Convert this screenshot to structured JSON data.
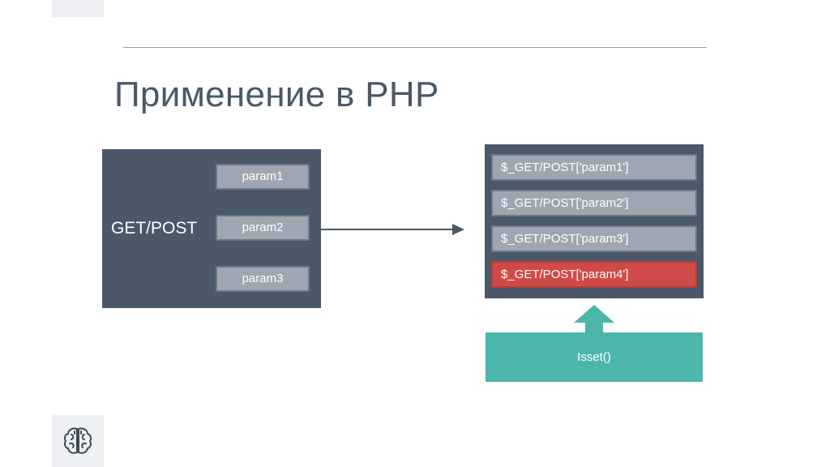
{
  "slide": {
    "title": "Применение в PHP"
  },
  "left_panel": {
    "label": "GET/POST",
    "params": [
      "param1",
      "param2",
      "param3"
    ]
  },
  "right_panel": {
    "vars": [
      "$_GET/POST['param1']",
      "$_GET/POST['param2']",
      "$_GET/POST['param3']",
      "$_GET/POST['param4']"
    ],
    "highlighted_index": 3
  },
  "isset": {
    "label": "Isset()"
  },
  "colors": {
    "panel": "#4a5867",
    "box": "#9ea7b1",
    "highlight": "#d04a48",
    "teal": "#4db6ab",
    "title": "#4a5867"
  },
  "icons": [
    "brain-logo-icon",
    "arrow-right-icon",
    "arrow-up-icon"
  ]
}
